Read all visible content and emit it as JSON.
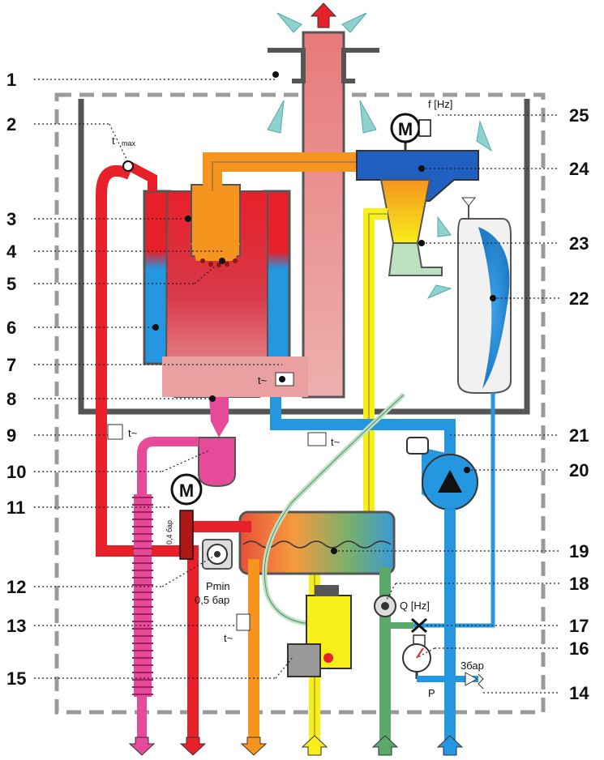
{
  "callouts_left": [
    {
      "id": "c1",
      "label": "1"
    },
    {
      "id": "c2",
      "label": "2"
    },
    {
      "id": "c3",
      "label": "3"
    },
    {
      "id": "c4",
      "label": "4"
    },
    {
      "id": "c5",
      "label": "5"
    },
    {
      "id": "c6",
      "label": "6"
    },
    {
      "id": "c7",
      "label": "7"
    },
    {
      "id": "c8",
      "label": "8"
    },
    {
      "id": "c9",
      "label": "9"
    },
    {
      "id": "c10",
      "label": "10"
    },
    {
      "id": "c11",
      "label": "11"
    },
    {
      "id": "c12",
      "label": "12"
    },
    {
      "id": "c13",
      "label": "13"
    },
    {
      "id": "c15",
      "label": "15"
    }
  ],
  "callouts_right": [
    {
      "id": "c25",
      "label": "25"
    },
    {
      "id": "c24",
      "label": "24"
    },
    {
      "id": "c23",
      "label": "23"
    },
    {
      "id": "c22",
      "label": "22"
    },
    {
      "id": "c21",
      "label": "21"
    },
    {
      "id": "c20",
      "label": "20"
    },
    {
      "id": "c19",
      "label": "19"
    },
    {
      "id": "c18",
      "label": "18"
    },
    {
      "id": "c17",
      "label": "17"
    },
    {
      "id": "c16",
      "label": "16"
    },
    {
      "id": "c14",
      "label": "14"
    }
  ],
  "labels": {
    "tmax": "t",
    "tmax_sub": "max",
    "fhz": "f [Hz]",
    "t_tilde_7": "t~",
    "t_tilde_9": "t~",
    "t_tilde_21": "t~",
    "t_tilde_13": "t~",
    "motor_25": "M",
    "motor_11": "M",
    "pressure_04": "0,4 бар",
    "pmin": "Pmin",
    "pmin_val": "0,5 бар",
    "qhz": "Q [Hz]",
    "p_gauge": "P",
    "bar3": "3бар"
  },
  "colors": {
    "hot_red": "#e8202a",
    "pink_flue": "#e79a9a",
    "pink_cond": "#e84a9a",
    "orange_gas": "#f5941e",
    "yellow_gas": "#f8ee1a",
    "blue_water": "#2596e0",
    "green_return": "#5aa86a",
    "casing": "#555555",
    "arrow_cyan": "#8fd1cf"
  }
}
